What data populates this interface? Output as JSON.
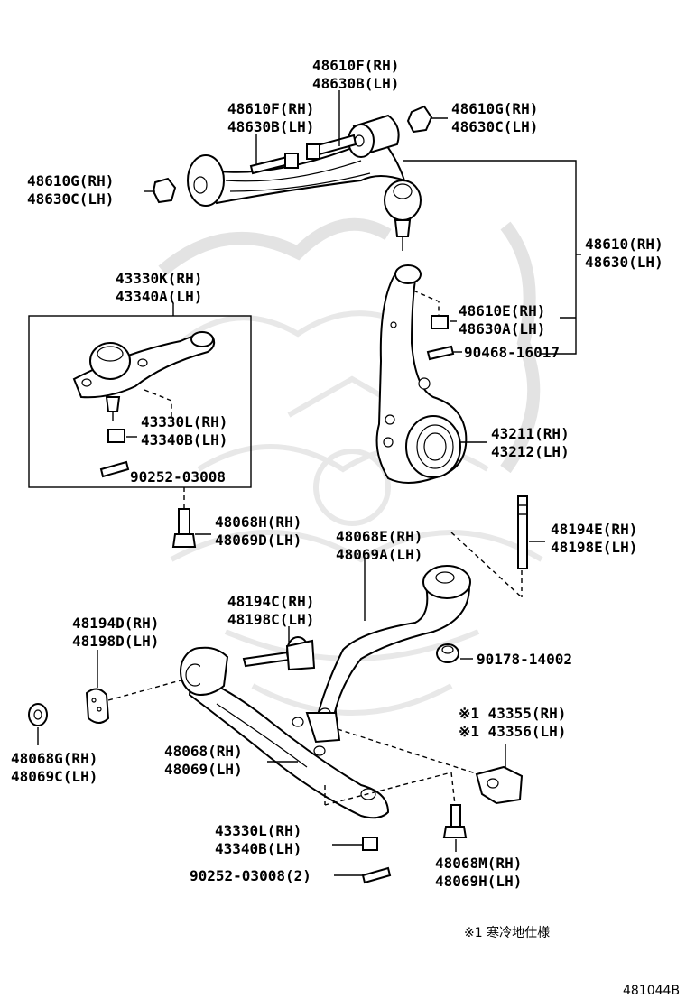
{
  "labels": {
    "upper_arm_bolt": [
      "48610F(RH)",
      "48630B(LH)"
    ],
    "upper_arm_bolt_2": [
      "48610F(RH)",
      "48630B(LH)"
    ],
    "upper_nut_right": [
      "48610G(RH)",
      "48630C(LH)"
    ],
    "upper_nut_left": [
      "48610G(RH)",
      "48630C(LH)"
    ],
    "upper_arm_assy": [
      "48610(RH)",
      "48630(LH)"
    ],
    "lower_ball_joint": [
      "43330K(RH)",
      "43340A(LH)"
    ],
    "upper_ball_nut": [
      "48610E(RH)",
      "48630A(LH)"
    ],
    "upper_cotter_pin": "90468-16017",
    "lower_ball_nut": [
      "43330L(RH)",
      "43340B(LH)"
    ],
    "steering_knuckle": [
      "43211(RH)",
      "43212(LH)"
    ],
    "ball_joint_cotter_pin": "90252-03008",
    "ball_joint_bolt": [
      "48068H(RH)",
      "48069D(LH)"
    ],
    "strut_rod": [
      "48068E(RH)",
      "48069A(LH)"
    ],
    "stud_bolt_right": [
      "48194E(RH)",
      "48198E(LH)"
    ],
    "stud_bolt_left": [
      "48194C(RH)",
      "48198C(LH)"
    ],
    "bushing_left": [
      "48194D(RH)",
      "48198D(LH)"
    ],
    "strut_nut": "90178-14002",
    "nut_far_left": [
      "48068G(RH)",
      "48069C(LH)"
    ],
    "cold_area_bracket": [
      "※1 43355(RH)",
      "※1 43356(LH)"
    ],
    "lower_arm": [
      "48068(RH)",
      "48069(LH)"
    ],
    "lower_arm_nut": [
      "43330L(RH)",
      "43340B(LH)"
    ],
    "lower_cotter_pin": "90252-03008(2)",
    "lower_arm_bolt": [
      "48068M(RH)",
      "48069H(LH)"
    ]
  },
  "footnote": "※1  寒冷地仕様",
  "figure_id": "481044B"
}
